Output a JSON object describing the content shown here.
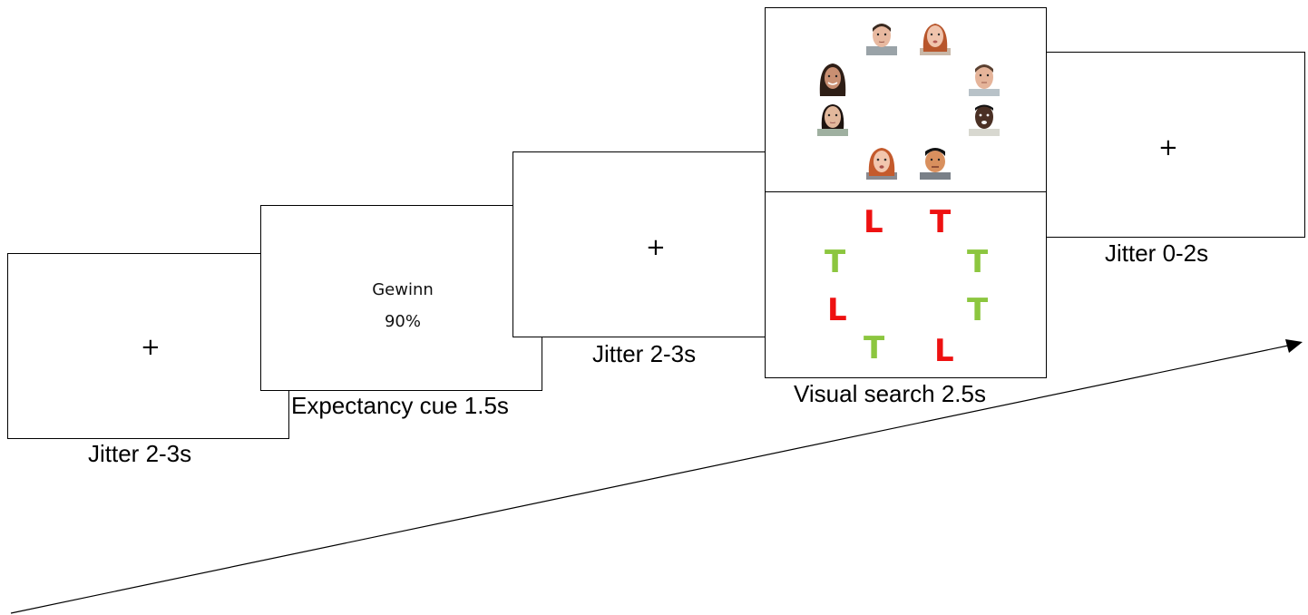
{
  "frames": {
    "jitter1": {
      "fixation": "+",
      "caption": "Jitter 2-3s"
    },
    "cue": {
      "line1": "Gewinn",
      "line2": "90%",
      "caption": "Expectancy cue 1.5s"
    },
    "jitter2": {
      "fixation": "+",
      "caption": "Jitter 2-3s"
    },
    "search": {
      "caption": "Visual search 2.5s",
      "letters": [
        "L",
        "T",
        "T",
        "T",
        "L",
        "T",
        "T",
        "L"
      ],
      "colors": {
        "red": "#ee1111",
        "green": "#8cc63f"
      }
    },
    "jitter3": {
      "fixation": "+",
      "caption": "Jitter 0-2s"
    }
  },
  "time_arrow": {
    "icon": "time-arrow-icon"
  }
}
